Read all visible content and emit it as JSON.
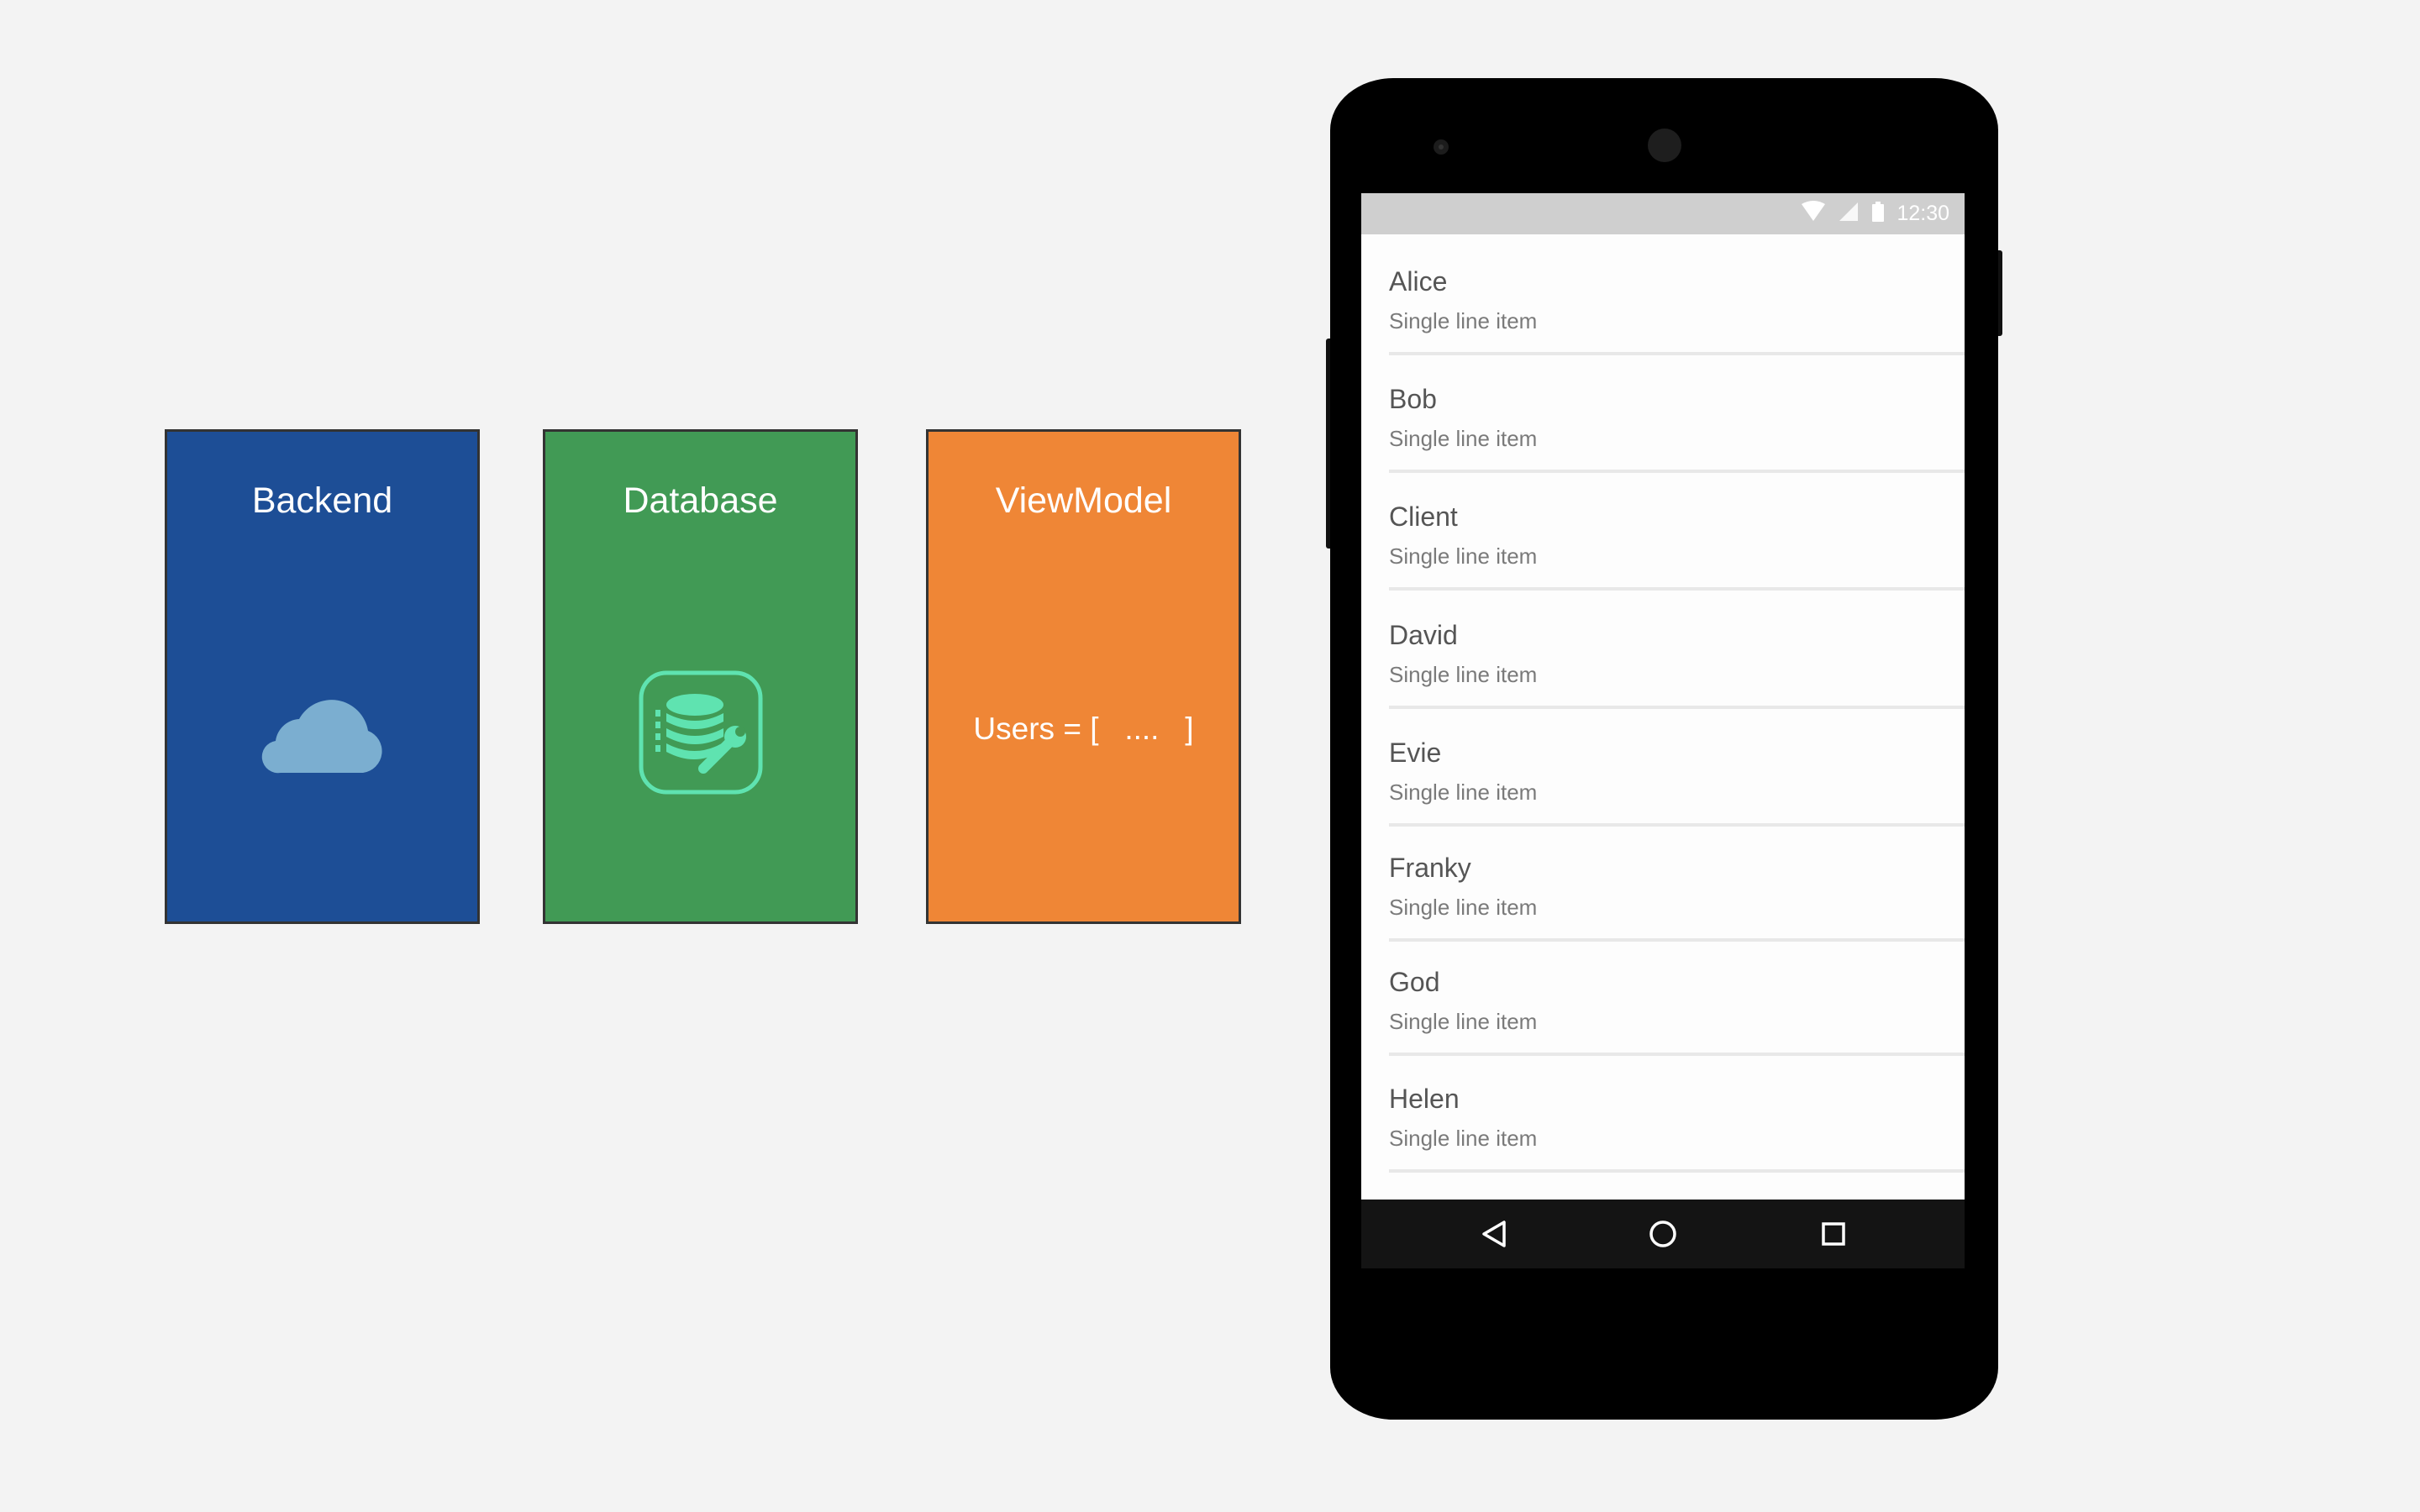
{
  "cards": {
    "backend": {
      "title": "Backend",
      "color": "#1d4e96",
      "icon": "cloud-icon",
      "icon_color": "#7baed0"
    },
    "database": {
      "title": "Database",
      "color": "#419a55",
      "icon": "database-wrench-icon",
      "icon_color": "#5fe3b0"
    },
    "viewmodel": {
      "title": "ViewModel",
      "color": "#ef8636",
      "content": "Users = [   ....   ]"
    }
  },
  "phone": {
    "status_bar": {
      "time": "12:30",
      "icons": [
        "wifi-icon",
        "signal-icon",
        "battery-icon"
      ]
    },
    "list": {
      "items": [
        {
          "name": "Alice",
          "subtitle": "Single line item"
        },
        {
          "name": "Bob",
          "subtitle": "Single line item"
        },
        {
          "name": "Client",
          "subtitle": "Single line item"
        },
        {
          "name": "David",
          "subtitle": "Single line item"
        },
        {
          "name": "Evie",
          "subtitle": "Single line item"
        },
        {
          "name": "Franky",
          "subtitle": "Single line item"
        },
        {
          "name": "God",
          "subtitle": "Single line item"
        },
        {
          "name": "Helen",
          "subtitle": "Single line item"
        }
      ]
    },
    "nav_bar": {
      "buttons": [
        "back-icon",
        "home-icon",
        "recents-icon"
      ]
    }
  }
}
